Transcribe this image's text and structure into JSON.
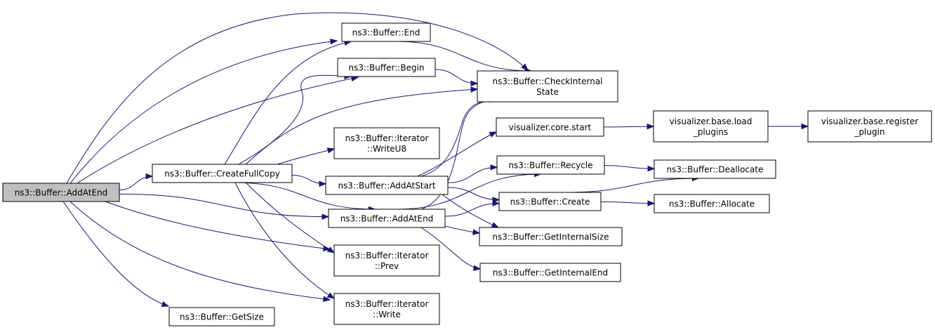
{
  "diagram": {
    "type": "call-graph",
    "colors": {
      "edge": "#191970",
      "node_fill": "#ffffff",
      "root_fill": "#bfbfbf",
      "node_border": "#000000"
    },
    "nodes": {
      "addatend_root": {
        "lines": [
          "ns3::Buffer::AddAtEnd"
        ],
        "root": true
      },
      "createfullcopy": {
        "lines": [
          "ns3::Buffer::CreateFullCopy"
        ]
      },
      "end": {
        "lines": [
          "ns3::Buffer::End"
        ]
      },
      "begin": {
        "lines": [
          "ns3::Buffer::Begin"
        ]
      },
      "checkinternalstate": {
        "lines": [
          "ns3::Buffer::CheckInternal",
          "State"
        ]
      },
      "iter_writeu8": {
        "lines": [
          "ns3::Buffer::Iterator",
          "::WriteU8"
        ]
      },
      "addatstart": {
        "lines": [
          "ns3::Buffer::AddAtStart"
        ]
      },
      "addatend": {
        "lines": [
          "ns3::Buffer::AddAtEnd"
        ]
      },
      "iter_prev": {
        "lines": [
          "ns3::Buffer::Iterator",
          "::Prev"
        ]
      },
      "iter_write": {
        "lines": [
          "ns3::Buffer::Iterator",
          "::Write"
        ]
      },
      "getsize": {
        "lines": [
          "ns3::Buffer::GetSize"
        ]
      },
      "viz_core_start": {
        "lines": [
          "visualizer.core.start"
        ]
      },
      "recycle": {
        "lines": [
          "ns3::Buffer::Recycle"
        ]
      },
      "create": {
        "lines": [
          "ns3::Buffer::Create"
        ]
      },
      "getinternalsize": {
        "lines": [
          "ns3::Buffer::GetInternalSize"
        ]
      },
      "getinternalend": {
        "lines": [
          "ns3::Buffer::GetInternalEnd"
        ]
      },
      "viz_load_plugins": {
        "lines": [
          "visualizer.base.load",
          "_plugins"
        ]
      },
      "viz_register_plugin": {
        "lines": [
          "visualizer.base.register",
          "_plugin"
        ]
      },
      "deallocate": {
        "lines": [
          "ns3::Buffer::Deallocate"
        ]
      },
      "allocate": {
        "lines": [
          "ns3::Buffer::Allocate"
        ]
      }
    },
    "edges": [
      [
        "addatend_root",
        "createfullcopy"
      ],
      [
        "addatend_root",
        "end"
      ],
      [
        "addatend_root",
        "begin"
      ],
      [
        "addatend_root",
        "checkinternalstate"
      ],
      [
        "addatend_root",
        "addatend"
      ],
      [
        "addatend_root",
        "iter_prev"
      ],
      [
        "addatend_root",
        "iter_write"
      ],
      [
        "addatend_root",
        "getsize"
      ],
      [
        "createfullcopy",
        "end"
      ],
      [
        "createfullcopy",
        "begin"
      ],
      [
        "createfullcopy",
        "checkinternalstate"
      ],
      [
        "createfullcopy",
        "iter_writeu8"
      ],
      [
        "createfullcopy",
        "addatstart"
      ],
      [
        "createfullcopy",
        "addatend"
      ],
      [
        "createfullcopy",
        "iter_prev"
      ],
      [
        "createfullcopy",
        "iter_write"
      ],
      [
        "end",
        "checkinternalstate"
      ],
      [
        "begin",
        "checkinternalstate"
      ],
      [
        "addatstart",
        "checkinternalstate"
      ],
      [
        "addatstart",
        "viz_core_start"
      ],
      [
        "addatstart",
        "recycle"
      ],
      [
        "addatstart",
        "create"
      ],
      [
        "addatstart",
        "getinternalsize"
      ],
      [
        "addatend",
        "checkinternalstate"
      ],
      [
        "addatend",
        "recycle"
      ],
      [
        "addatend",
        "create"
      ],
      [
        "addatend",
        "getinternalsize"
      ],
      [
        "addatend",
        "getinternalend"
      ],
      [
        "viz_core_start",
        "viz_load_plugins"
      ],
      [
        "viz_load_plugins",
        "viz_register_plugin"
      ],
      [
        "recycle",
        "deallocate"
      ],
      [
        "create",
        "deallocate"
      ],
      [
        "create",
        "allocate"
      ]
    ]
  }
}
